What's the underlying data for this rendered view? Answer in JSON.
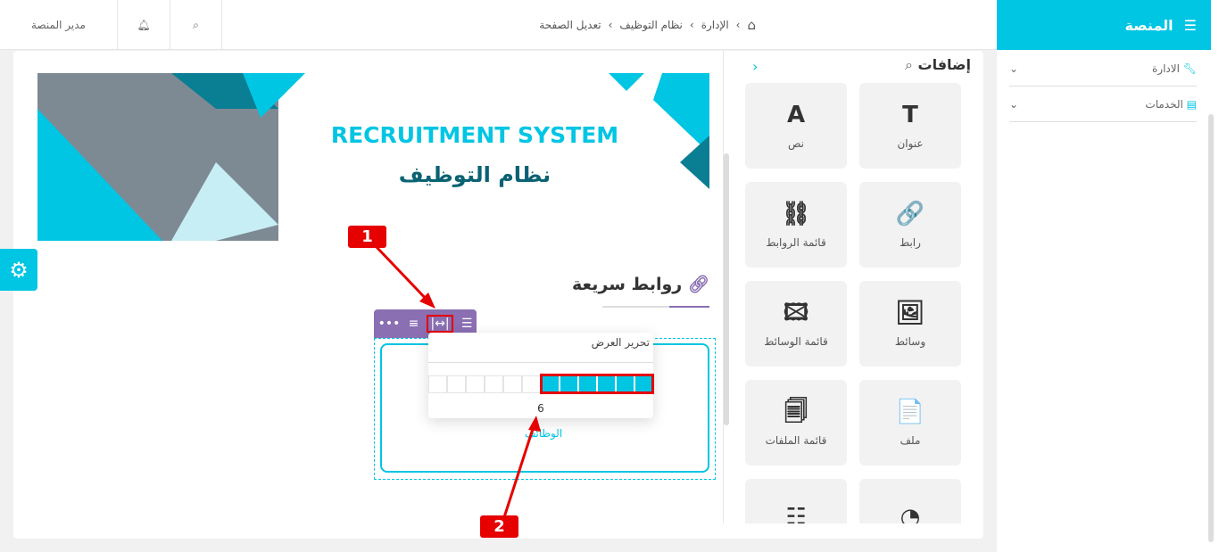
{
  "header": {
    "user": "مدير المنصة",
    "breadcrumb": [
      "الإدارة",
      "نظام التوظيف",
      "تعديل الصفحة"
    ]
  },
  "sidebar": {
    "brand": "المنصة",
    "items": [
      {
        "label": "الادارة",
        "icon": "wrench-icon"
      },
      {
        "label": "الخدمات",
        "icon": "server-icon"
      }
    ]
  },
  "addons": {
    "title": "إضافات",
    "tiles": [
      {
        "label": "عنوان",
        "icon": "T"
      },
      {
        "label": "نص",
        "icon": "A"
      },
      {
        "label": "رابط",
        "icon": "🔗"
      },
      {
        "label": "قائمة الروابط",
        "icon": "⛓"
      },
      {
        "label": "وسائط",
        "icon": "🖼"
      },
      {
        "label": "قائمة الوسائط",
        "icon": "🖾"
      },
      {
        "label": "ملف",
        "icon": "📄"
      },
      {
        "label": "قائمة الملفات",
        "icon": "🗐"
      },
      {
        "label": "",
        "icon": "◔"
      },
      {
        "label": "",
        "icon": "☷"
      }
    ]
  },
  "banner": {
    "title_en": "RECRUITMENT SYSTEM",
    "title_ar": "نظام التوظيف"
  },
  "section": {
    "title": "روابط سريعة",
    "link": "الوظائف"
  },
  "width_popup": {
    "title": "تحرير العرض",
    "value": 6,
    "total": 12
  },
  "annotations": [
    "1",
    "2"
  ],
  "colors": {
    "accent": "#00c5e3",
    "purple": "#8a6fb3",
    "annotation": "#e60000"
  }
}
